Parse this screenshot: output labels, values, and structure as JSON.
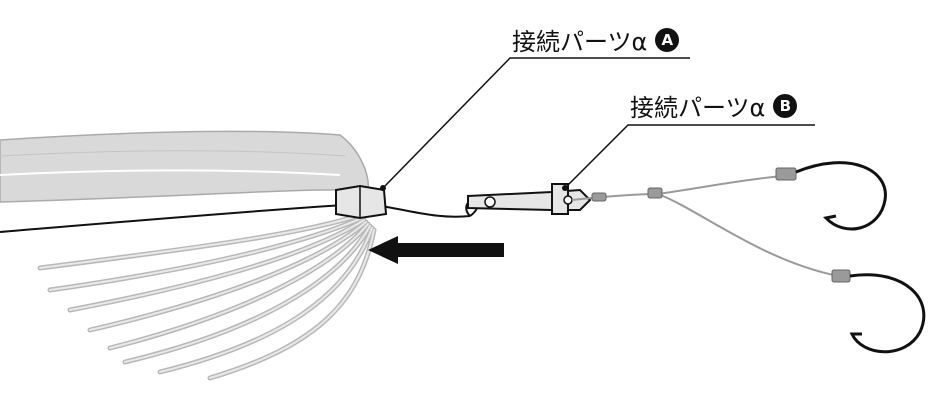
{
  "callouts": [
    {
      "text": "接続パーツα",
      "marker": "A"
    },
    {
      "text": "接続パーツα",
      "marker": "B"
    }
  ],
  "colors": {
    "line": "#111111",
    "skirt_fill": "#d9d9d9",
    "skirt_stroke": "#aaaaaa",
    "wrap": "#9a9a9a",
    "part_fill": "#e6e6e6"
  }
}
